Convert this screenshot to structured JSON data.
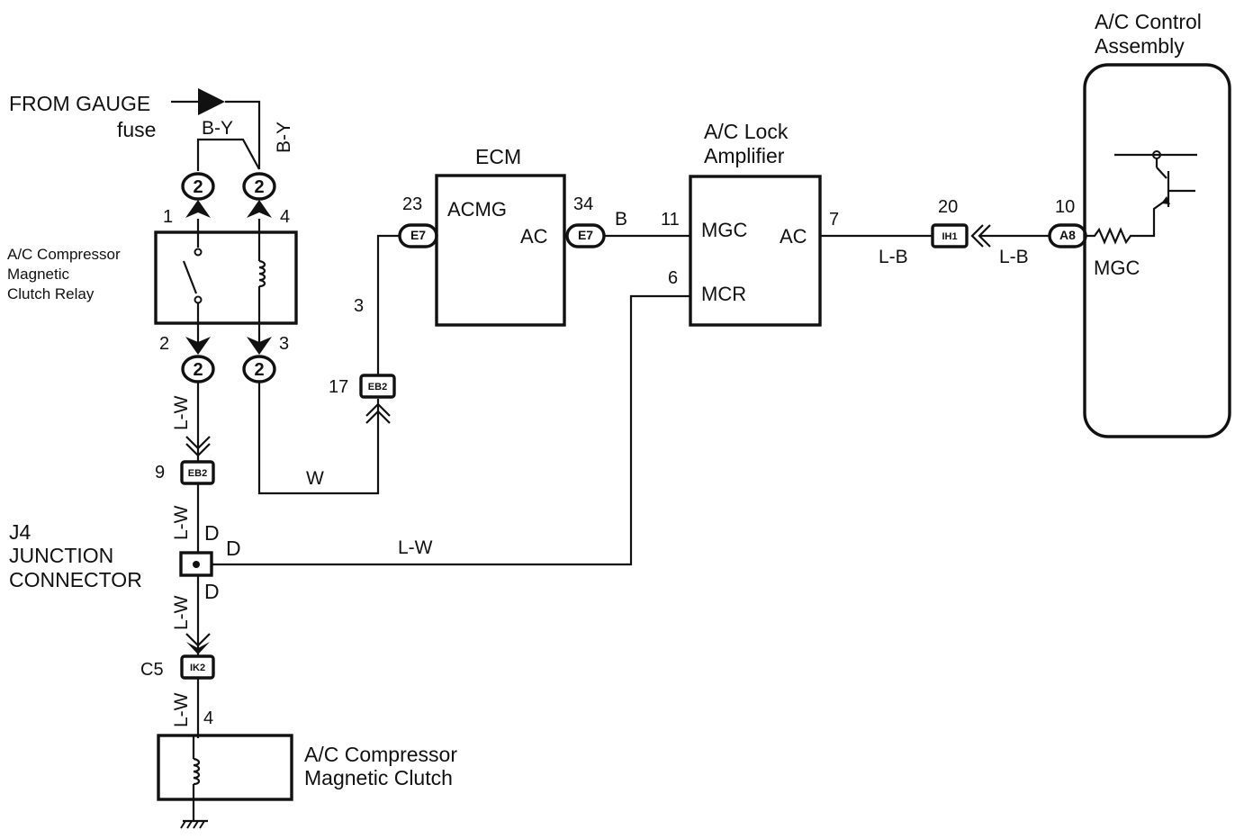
{
  "source": {
    "line1": "FROM GAUGE",
    "line2": "fuse"
  },
  "wire_colors": {
    "by_top": "B-Y",
    "by_vertical": "B-Y",
    "lw_relay_to_eb2": "L-W",
    "lw_eb2_to_j4": "L-W",
    "lw_j4_to_ik2": "L-W",
    "lw_ik2_to_clutch": "L-W",
    "w_relay_to_eb2": "W",
    "lw_j4_to_mcr": "L-W",
    "b_ecm_to_amp": "B",
    "lb_amp_to_ih1": "L-B",
    "lb_ih1_to_a8": "L-B"
  },
  "relay": {
    "title_l1": "A/C Compressor",
    "title_l2": "Magnetic",
    "title_l3": "Clutch Relay",
    "pin_1": "1",
    "pin_4": "4",
    "pin_2": "2",
    "pin_3": "3",
    "conn_top_left": "2",
    "conn_top_right": "2",
    "conn_bot_left": "2",
    "conn_bot_right": "2"
  },
  "ecm": {
    "title": "ECM",
    "acmg": "ACMG",
    "ac": "AC",
    "pin_23": "23",
    "pin_34": "34",
    "conn_left": "E7",
    "conn_right": "E7"
  },
  "eb2_upper": {
    "pin_above": "3",
    "pin_left": "17",
    "label": "EB2"
  },
  "eb2_lower": {
    "pin": "9",
    "label": "EB2"
  },
  "amp": {
    "title_l1": "A/C Lock",
    "title_l2": "Amplifier",
    "mgc": "MGC",
    "mcr": "MCR",
    "ac": "AC",
    "pin_11": "11",
    "pin_6": "6",
    "pin_7": "7"
  },
  "ih1": {
    "pin": "20",
    "label": "IH1"
  },
  "control": {
    "title_l1": "A/C Control",
    "title_l2": "Assembly",
    "pin_10": "10",
    "conn": "A8",
    "mgc": "MGC"
  },
  "junction": {
    "name_l1": "J4",
    "name_l2": "JUNCTION",
    "name_l3": "CONNECTOR",
    "pin_top": "D",
    "pin_right": "D",
    "pin_bottom": "D"
  },
  "ik2": {
    "pin": "C5",
    "label": "IK2"
  },
  "clutch": {
    "pin_4": "4",
    "title_l1": "A/C Compressor",
    "title_l2": "Magnetic Clutch"
  }
}
